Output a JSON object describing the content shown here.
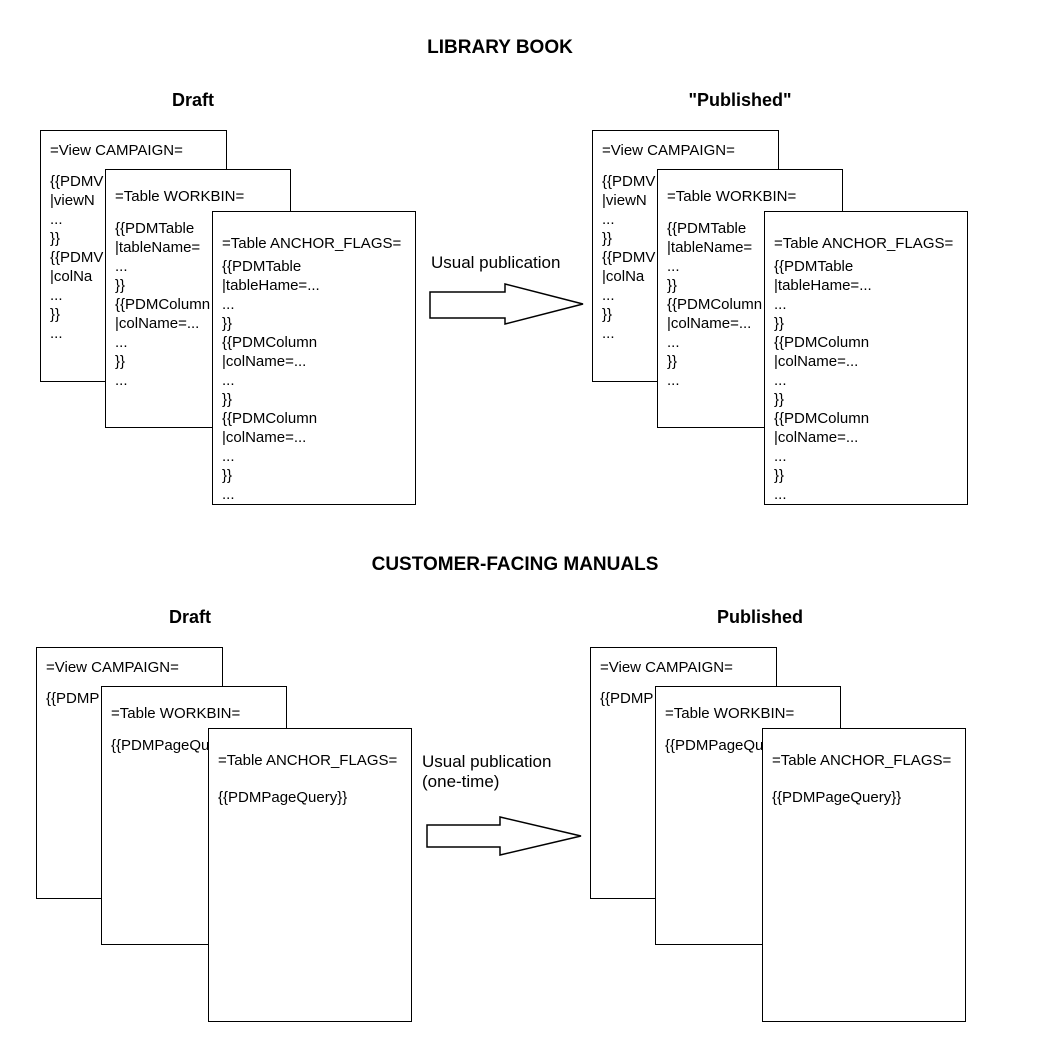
{
  "sections": [
    {
      "id": "library",
      "title": "LIBRARY BOOK",
      "columns": {
        "draft": "Draft",
        "published": "\"Published\""
      },
      "arrow": {
        "label": "Usual publication"
      },
      "stack": [
        {
          "header": "=View CAMPAIGN=",
          "body": "{{PDMV\n|viewN\n...\n}}\n{{PDMV\n|colNa\n...\n}}\n..."
        },
        {
          "header": "=Table WORKBIN=",
          "body": "{{PDMTable\n|tableName=\n...\n}}\n{{PDMColumn\n|colName=...\n...\n}}\n..."
        },
        {
          "header": "=Table ANCHOR_FLAGS=",
          "body": "{{PDMTable\n|tableHame=...\n...\n}}\n{{PDMColumn\n|colName=...\n...\n}}\n{{PDMColumn\n|colName=...\n...\n}}\n..."
        }
      ]
    },
    {
      "id": "manuals",
      "title": "CUSTOMER-FACING MANUALS",
      "columns": {
        "draft": "Draft",
        "published": "Published"
      },
      "arrow": {
        "label": "Usual publication\n(one-time)"
      },
      "stack": [
        {
          "header": "=View CAMPAIGN=",
          "body": "{{PDMP"
        },
        {
          "header": "=Table WORKBIN=",
          "body": "{{PDMPageQu"
        },
        {
          "header": "=Table ANCHOR_FLAGS=",
          "body": "{{PDMPageQuery}}"
        }
      ]
    }
  ],
  "colors": {
    "line": "#000000",
    "background": "#ffffff",
    "text": "#000000"
  }
}
